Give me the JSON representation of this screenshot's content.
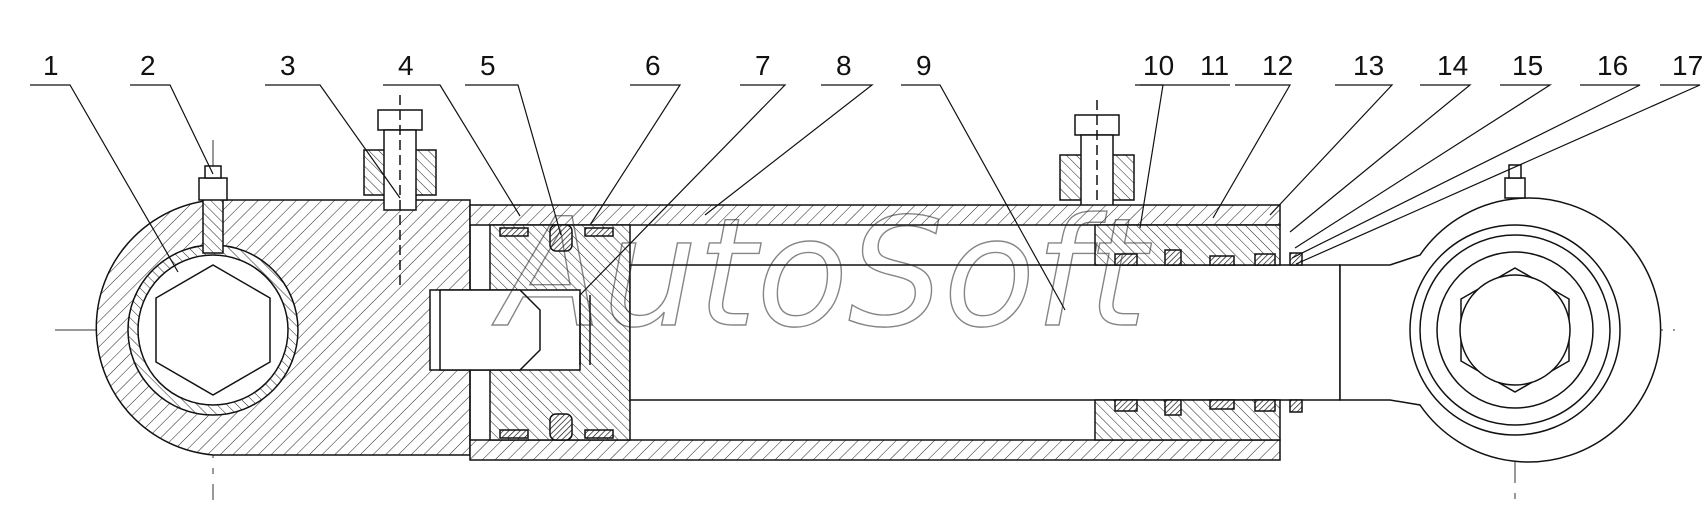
{
  "diagram": {
    "callouts": [
      "1",
      "2",
      "3",
      "4",
      "5",
      "6",
      "7",
      "8",
      "9",
      "10",
      "11",
      "12",
      "13",
      "14",
      "15",
      "16",
      "17"
    ],
    "watermark": "AutoSoft"
  }
}
